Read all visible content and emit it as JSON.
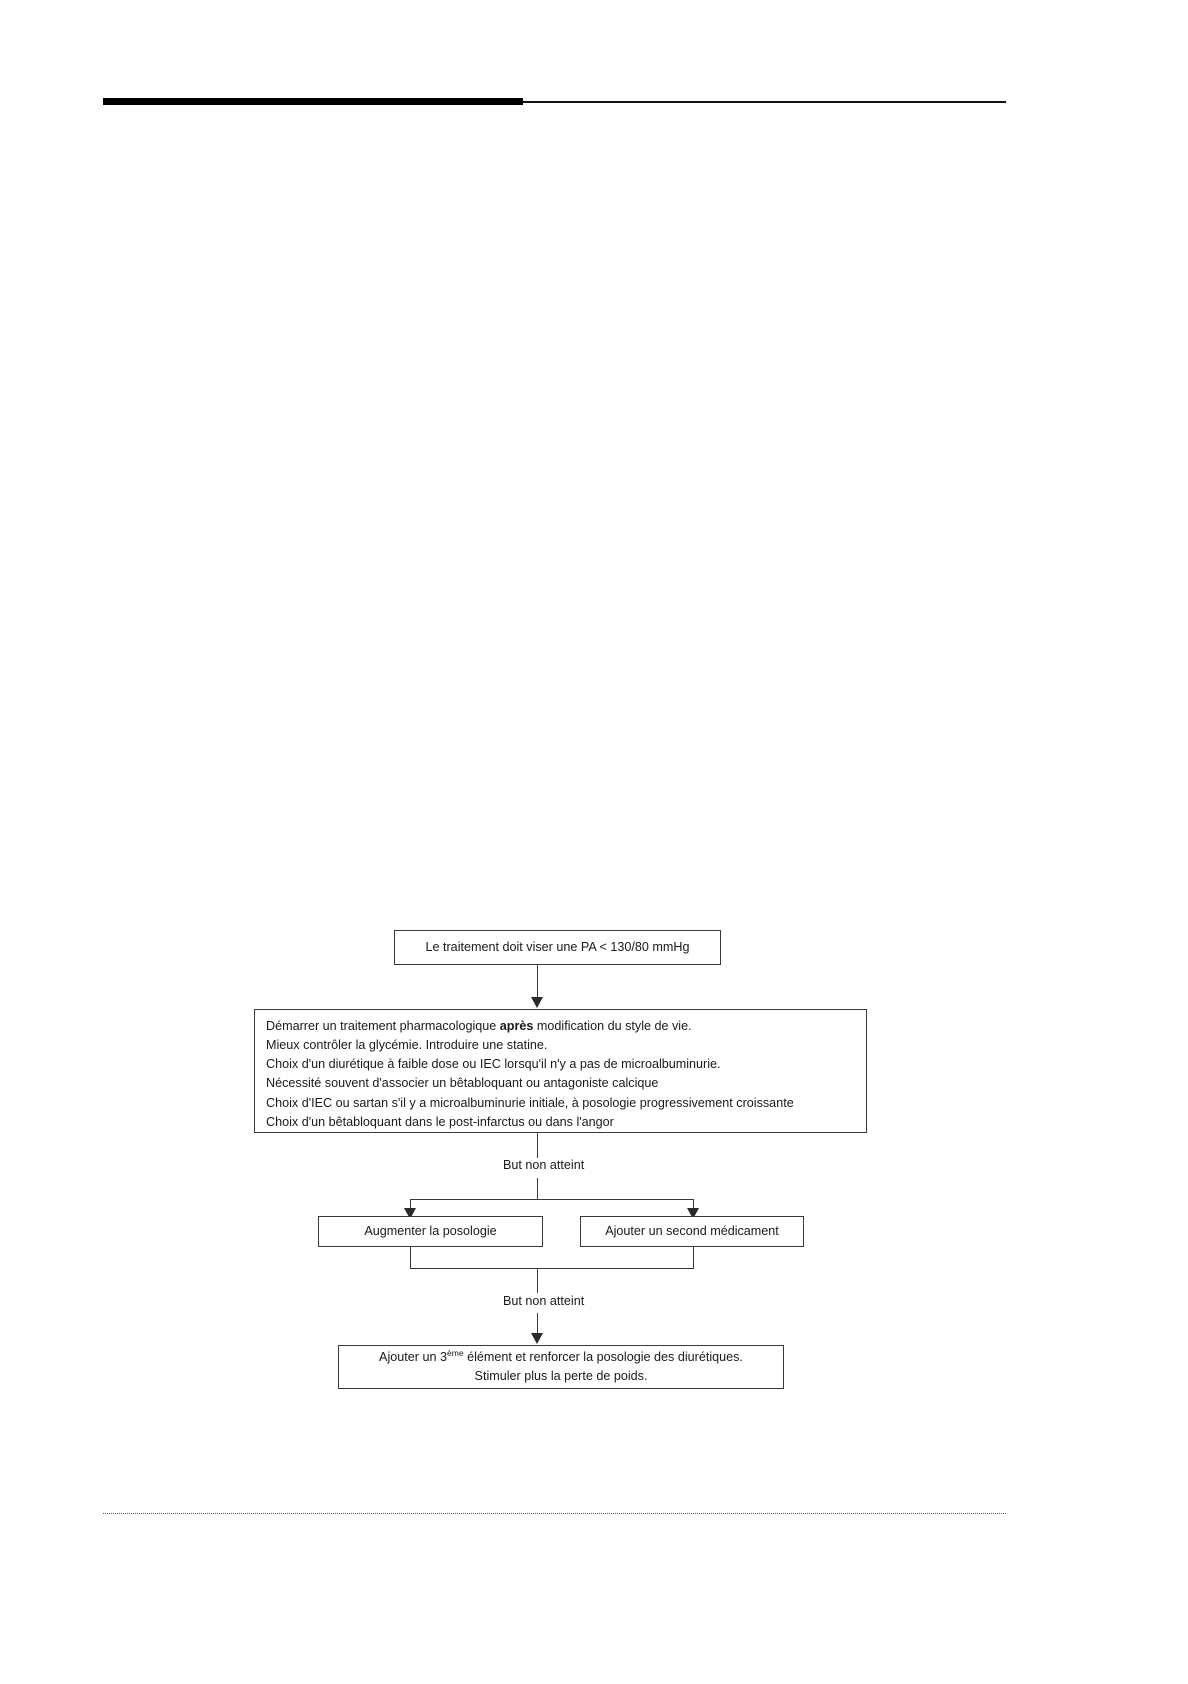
{
  "page": {
    "background_color": "#ffffff",
    "ink_color": "#1a1a1a",
    "rule_color": "#000000"
  },
  "flowchart": {
    "title_node": {
      "id": "target-bp",
      "text": "Le traitement doit viser une PA < 130/80 mmHg"
    },
    "treatment_node": {
      "id": "initial-treatment",
      "lines": [
        {
          "before": "Démarrer un traitement pharmacologique ",
          "bold": "après",
          "after": " modification du style de vie."
        },
        {
          "before": "Mieux contrôler la glycémie.  Introduire une statine.",
          "bold": "",
          "after": ""
        },
        {
          "before": "Choix d'un diurétique à faible dose ou IEC lorsqu'il n'y a pas de microalbuminurie.",
          "bold": "",
          "after": ""
        },
        {
          "before": "Nécessité souvent d'associer  un   bêtabloquant ou antagoniste calcique",
          "bold": "",
          "after": ""
        },
        {
          "before": "Choix d'IEC ou sartan s'il y a microalbuminurie initiale, à posologie progressivement croissante",
          "bold": "",
          "after": ""
        },
        {
          "before": "Choix d'un bêtabloquant dans le post-infarctus ou dans l'angor",
          "bold": "",
          "after": ""
        }
      ]
    },
    "label_goal_1": "But non atteint",
    "branch_left": {
      "id": "increase-dose",
      "text": "Augmenter la posologie"
    },
    "branch_right": {
      "id": "add-second-drug",
      "text": "Ajouter un second médicament"
    },
    "label_goal_2": "But non atteint",
    "final_node": {
      "id": "add-third-element",
      "line1_a": "Ajouter un 3",
      "line1_sup": "ème",
      "line1_b": " élément et renforcer la posologie des diurétiques.",
      "line2": "Stimuler plus la perte de poids."
    }
  }
}
